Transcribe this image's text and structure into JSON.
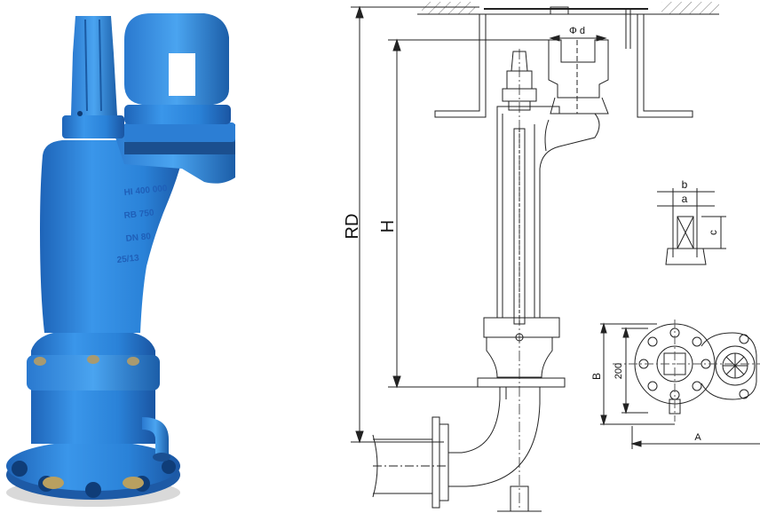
{
  "photo": {
    "cast_markings": [
      "HI 400 000",
      "RB 750",
      "DN 80",
      "25/13"
    ],
    "body_color": "#2f8ee0",
    "shadow_color": "#1b5fae"
  },
  "drawing": {
    "dim_labels": {
      "rd": "RD",
      "h": "H",
      "d": "Φ d",
      "b": "b",
      "a": "a",
      "c": "c",
      "h200": "200",
      "B": "B",
      "A": "A"
    },
    "line_color": "#222222"
  }
}
